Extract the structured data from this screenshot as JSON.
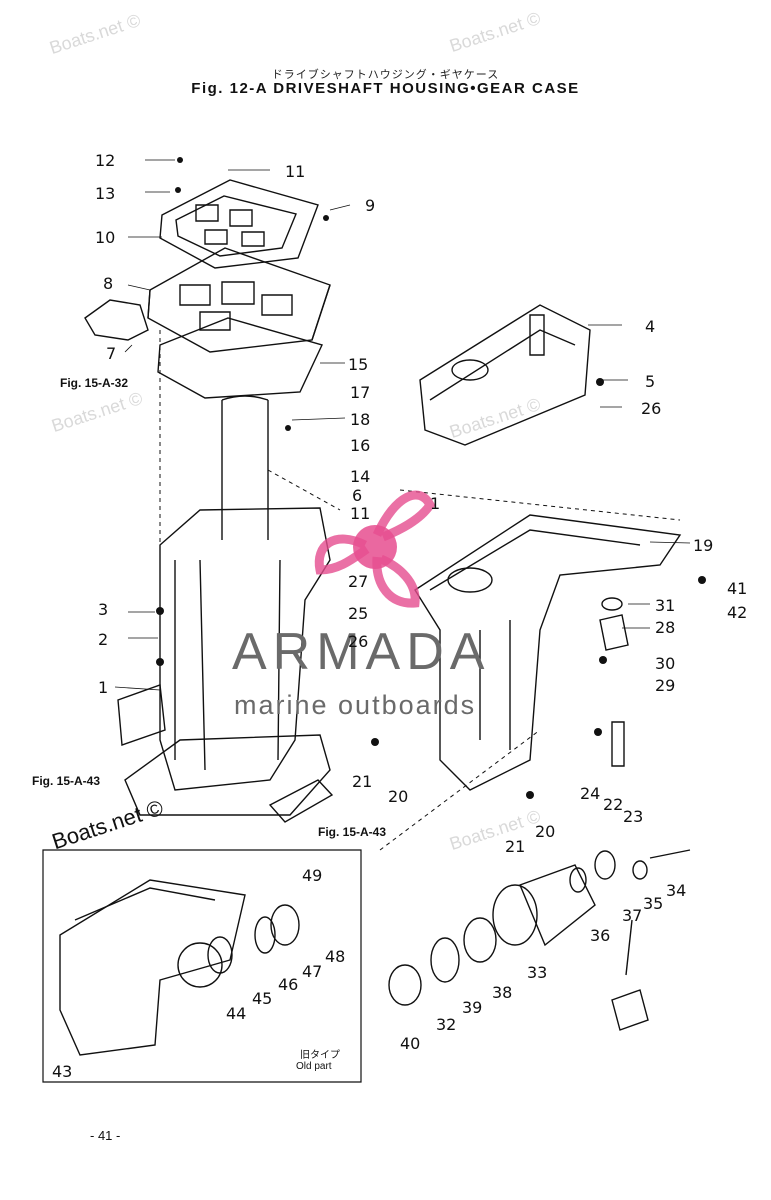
{
  "header": {
    "japanese_title": "ドライブシャフトハウジング・ギヤケース",
    "title": "Fig. 12-A  DRIVESHAFT HOUSING•GEAR CASE"
  },
  "watermarks": {
    "boats": "Boats.net ©"
  },
  "branding": {
    "name": "ARMADA",
    "tagline": "marine outboards",
    "logo_color": "#e64d8f"
  },
  "references": {
    "fig_15a32": "Fig. 15-A-32",
    "fig_15a43_left": "Fig. 15-A-43",
    "fig_15a43_bottom": "Fig. 15-A-43"
  },
  "old_part": {
    "japanese": "旧タイプ",
    "label": "Old part"
  },
  "page_number": "- 41 -",
  "callouts": {
    "n1": "1",
    "n1b": "1",
    "n2": "2",
    "n3": "3",
    "n4": "4",
    "n5": "5",
    "n6": "6",
    "n7": "7",
    "n8": "8",
    "n9": "9",
    "n10": "10",
    "n11": "11",
    "n11b": "11",
    "n12": "12",
    "n13": "13",
    "n14": "14",
    "n15": "15",
    "n16": "16",
    "n17": "17",
    "n18": "18",
    "n19": "19",
    "n20": "20",
    "n20b": "20",
    "n21": "21",
    "n21b": "21",
    "n22": "22",
    "n23": "23",
    "n24": "24",
    "n25": "25",
    "n26": "26",
    "n26b": "26",
    "n27": "27",
    "n28": "28",
    "n29": "29",
    "n30": "30",
    "n31": "31",
    "n32": "32",
    "n33": "33",
    "n34": "34",
    "n35": "35",
    "n36": "36",
    "n37": "37",
    "n38": "38",
    "n39": "39",
    "n40": "40",
    "n41": "41",
    "n42": "42",
    "n43": "43",
    "n44": "44",
    "n45": "45",
    "n46": "46",
    "n47": "47",
    "n48": "48",
    "n49": "49"
  }
}
